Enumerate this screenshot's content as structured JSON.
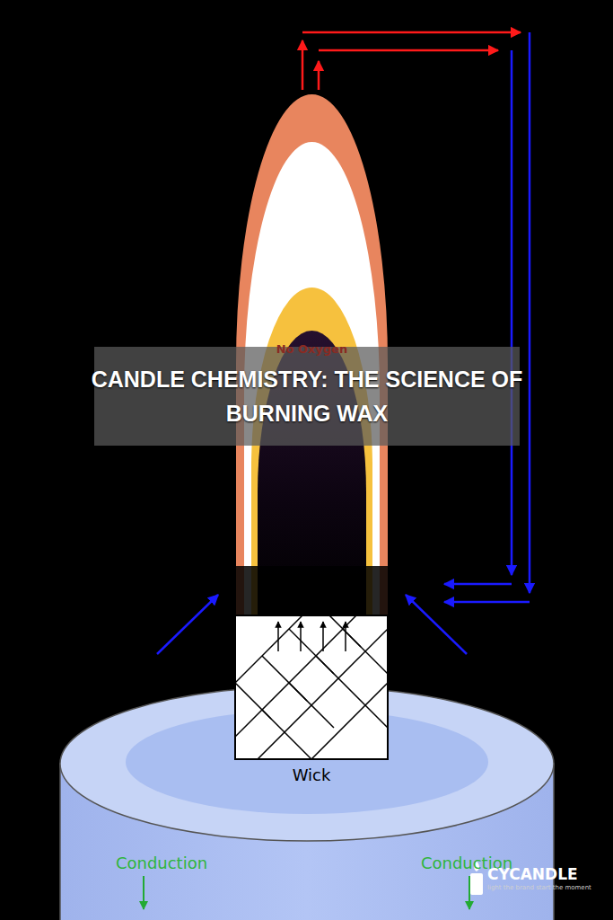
{
  "diagram": {
    "title": "CANDLE CHEMISTRY: THE SCIENCE OF BURNING WAX",
    "nodes": [
      {
        "text": [
          "No Oxygen"
        ]
      },
      {
        "text": [
          "Wick"
        ]
      }
    ],
    "labels": [
      "Conduction",
      "Conduction",
      "CYCANDLE",
      "light the brand start the moment"
    ]
  }
}
